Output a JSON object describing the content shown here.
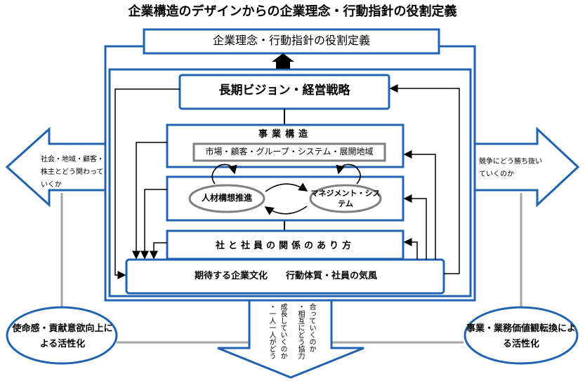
{
  "title": "企業構造のデザインからの企業理念・行動指針の役割定義",
  "top_box": "企業理念・行動指針の役割定義",
  "vision_box": "長期ビジョン・経営戦略",
  "business_structure": {
    "title": "事業構造",
    "subtitle": "市場・顧客・グループ・システム・展開地域"
  },
  "cycle": {
    "left": "人材構想推進",
    "right": "マネジメント・システム"
  },
  "relationship_box": "社と社員の関係のあり方",
  "culture_box": "期待する企業文化　　行動体質・社員の気風",
  "left_arrow_text": "社会・地域・顧客・株主とどう関わっていくか",
  "right_arrow_text": "競争にどう勝ち抜いていくのか",
  "bottom_arrow": {
    "col1": "合っていくのか",
    "col2": "・相互にどう協力",
    "col3": "成長していくのか",
    "col4": "・一人一人がどう"
  },
  "left_ellipse": "使命感・貢献意欲向上による活性化",
  "right_ellipse": "事業・業務価値観転換による活性化",
  "colors": {
    "blue": "#1f63b0",
    "gray": "#a6a6a6",
    "black": "#000000"
  }
}
